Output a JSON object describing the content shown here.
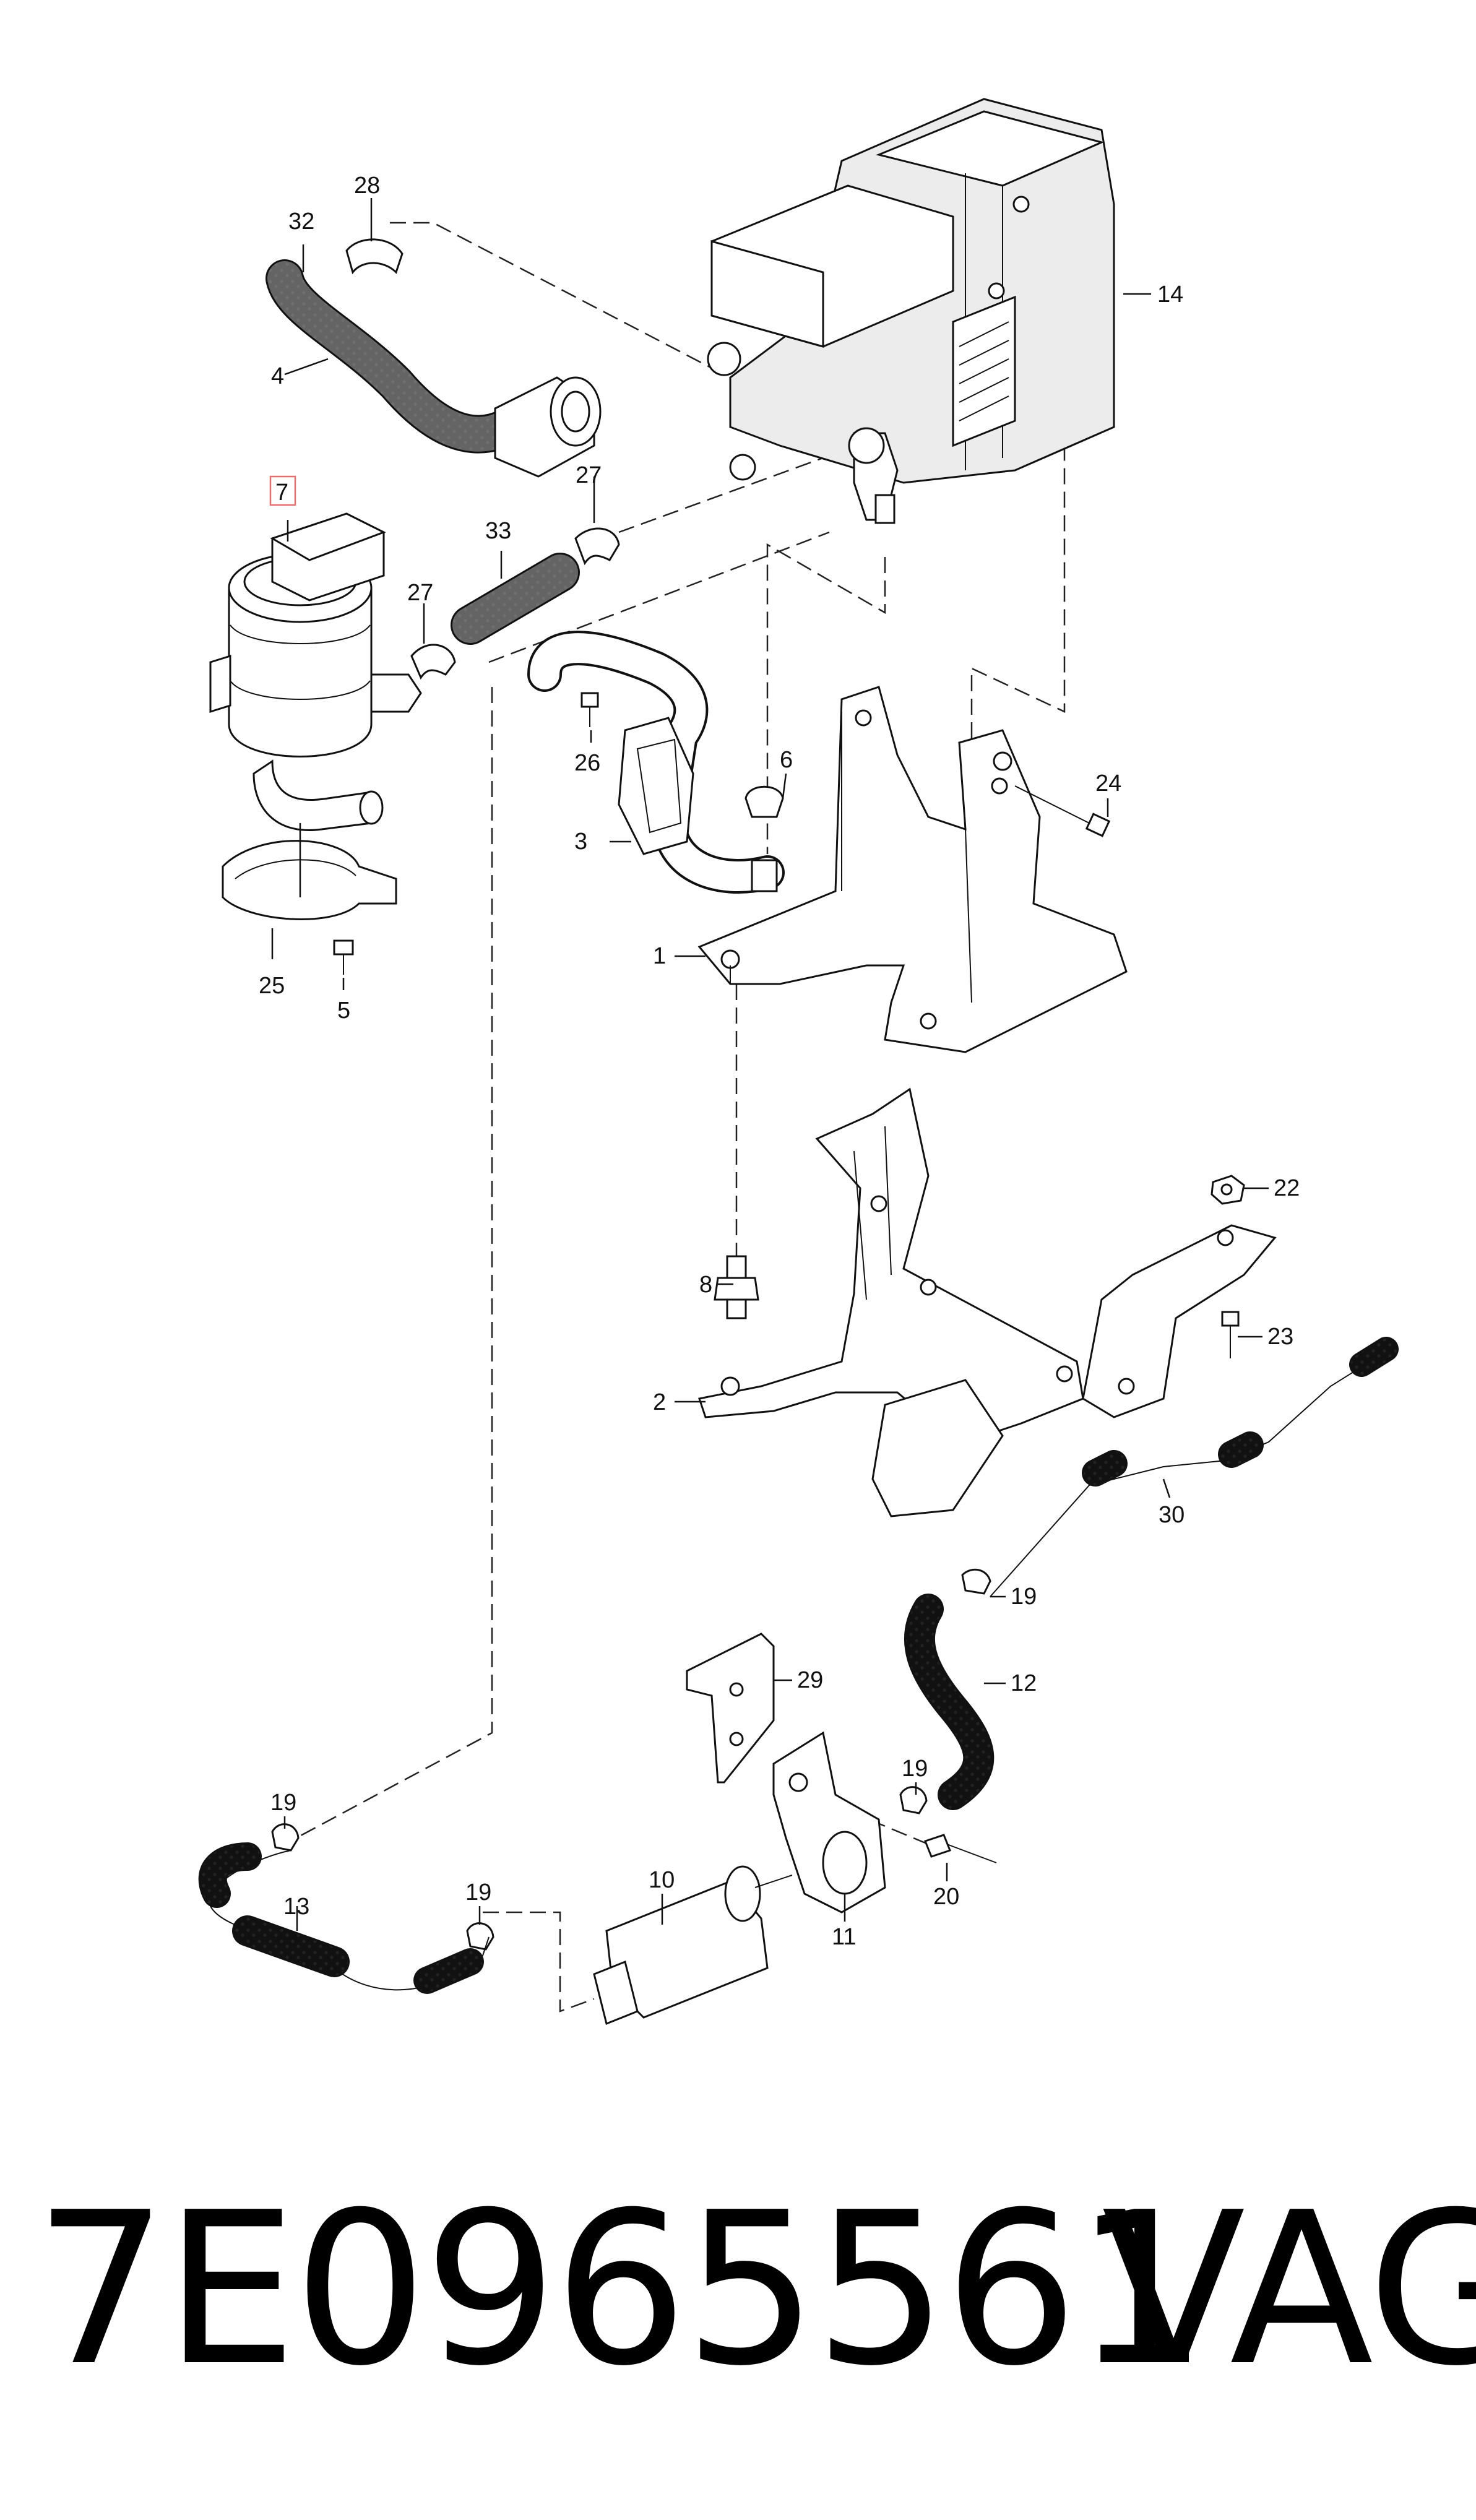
{
  "caption": {
    "part_number": "7E0965561",
    "brand": "VAG"
  },
  "callouts": {
    "c1": "1",
    "c2": "2",
    "c3": "3",
    "c4": "4",
    "c5": "5",
    "c6": "6",
    "c7": "7",
    "c8": "8",
    "c10": "10",
    "c11": "11",
    "c12": "12",
    "c13": "13",
    "c14": "14",
    "c19a": "19",
    "c19b": "19",
    "c19c": "19",
    "c19d": "19",
    "c20": "20",
    "c22": "22",
    "c23": "23",
    "c24": "24",
    "c25": "25",
    "c26": "26",
    "c27a": "27",
    "c27b": "27",
    "c28": "28",
    "c29": "29",
    "c30": "30",
    "c32": "32",
    "c33": "33"
  },
  "highlight": {
    "callout": "7",
    "color": "#e07070"
  }
}
